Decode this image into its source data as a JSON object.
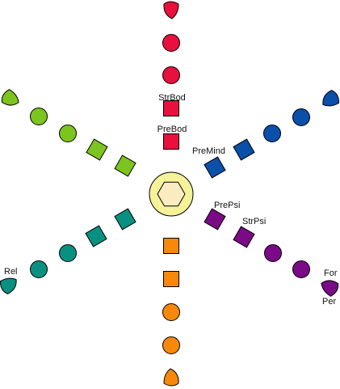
{
  "branches": [
    {
      "id": "body",
      "color": "#e8103c",
      "labels": [
        {
          "key": "str",
          "text": "StrBod"
        },
        {
          "key": "pre",
          "text": "PreBod"
        }
      ]
    },
    {
      "id": "mind",
      "color": "#0a4fa8",
      "labels": [
        {
          "key": "pre",
          "text": "PreMind"
        }
      ]
    },
    {
      "id": "psi",
      "color": "#7a0a86",
      "labels": [
        {
          "key": "pre",
          "text": "PrePsi"
        },
        {
          "key": "str",
          "text": "StrPsi"
        },
        {
          "key": "end1",
          "text": "For"
        },
        {
          "key": "end2",
          "text": "Per"
        }
      ]
    },
    {
      "id": "orange",
      "color": "#f7880a",
      "labels": []
    },
    {
      "id": "rel",
      "color": "#0a9080",
      "labels": [
        {
          "key": "end1",
          "text": "Rel"
        }
      ]
    },
    {
      "id": "green",
      "color": "#7cc41e",
      "labels": []
    }
  ],
  "center": {
    "ring_color": "#f6f29a",
    "hex_color": "#faecc0"
  }
}
